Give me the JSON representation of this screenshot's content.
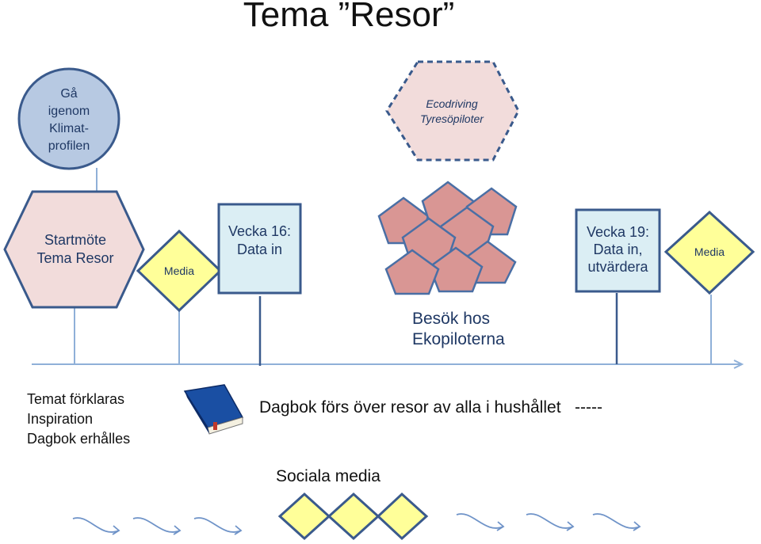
{
  "title": "Tema ”Resor”",
  "circle": {
    "lines": [
      "Gå",
      "igenom",
      "Klimat-",
      "profilen"
    ]
  },
  "ecodriving": {
    "line1": "Ecodriving",
    "line2": "Tyresöpiloter"
  },
  "startmote": {
    "line1": "Startmöte",
    "line2": "Tema Resor"
  },
  "media_left": "Media",
  "vecka16": {
    "line1": "Vecka 16:",
    "line2": "Data in"
  },
  "vecka19": {
    "line1": "Vecka 19:",
    "line2": "Data in,",
    "line3": "utvärdera"
  },
  "media_right": "Media",
  "besok": {
    "line1": "Besök hos",
    "line2": "Ekopiloterna"
  },
  "temat": {
    "line1": "Temat förklaras",
    "line2": "Inspiration",
    "line3": "Dagbok erhålles"
  },
  "dagbok": "Dagbok förs över resor av alla i hushållet   -----",
  "sociala": "Sociala media",
  "colors": {
    "circle_fill": "#b7c9e2",
    "outline": "#3a5a8c",
    "startmote_fill": "#f2dcdb",
    "media_fill": "#ffff99",
    "box_fill": "#dbeef4",
    "pentagon_fill": "#d99694",
    "pentagon_stroke": "#4a6fa5",
    "eco_fill": "#f2dcdb",
    "timeline": "#8fb0d8"
  }
}
